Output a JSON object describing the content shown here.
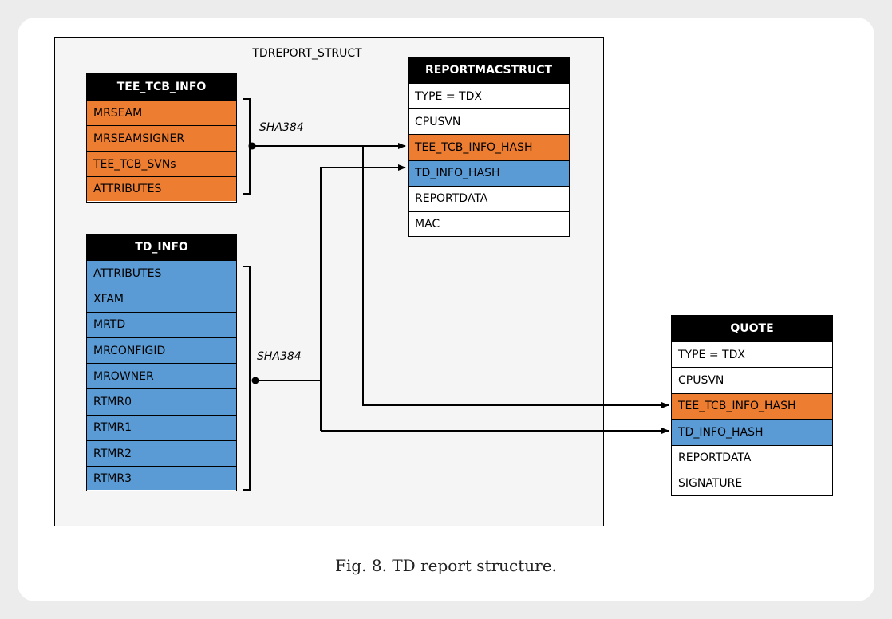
{
  "diagram": {
    "container_title": "TDREPORT_STRUCT",
    "tee_tcb_info": {
      "title": "TEE_TCB_INFO",
      "rows": [
        "MRSEAM",
        "MRSEAMSIGNER",
        "TEE_TCB_SVNs",
        "ATTRIBUTES"
      ]
    },
    "td_info": {
      "title": "TD_INFO",
      "rows": [
        "ATTRIBUTES",
        "XFAM",
        "MRTD",
        "MRCONFIGID",
        "MROWNER",
        "RTMR0",
        "RTMR1",
        "RTMR2",
        "RTMR3"
      ]
    },
    "reportmacstruct": {
      "title": "REPORTMACSTRUCT",
      "rows": [
        "TYPE = TDX",
        "CPUSVN",
        "TEE_TCB_INFO_HASH",
        "TD_INFO_HASH",
        "REPORTDATA",
        "MAC"
      ]
    },
    "quote": {
      "title": "QUOTE",
      "rows": [
        "TYPE = TDX",
        "CPUSVN",
        "TEE_TCB_INFO_HASH",
        "TD_INFO_HASH",
        "REPORTDATA",
        "SIGNATURE"
      ]
    },
    "hash_label_top": "SHA384",
    "hash_label_bottom": "SHA384"
  },
  "caption": "Fig. 8.  TD report structure.",
  "colors": {
    "orange": "#ed7d31",
    "blue": "#5b9bd5",
    "header": "#000000"
  }
}
